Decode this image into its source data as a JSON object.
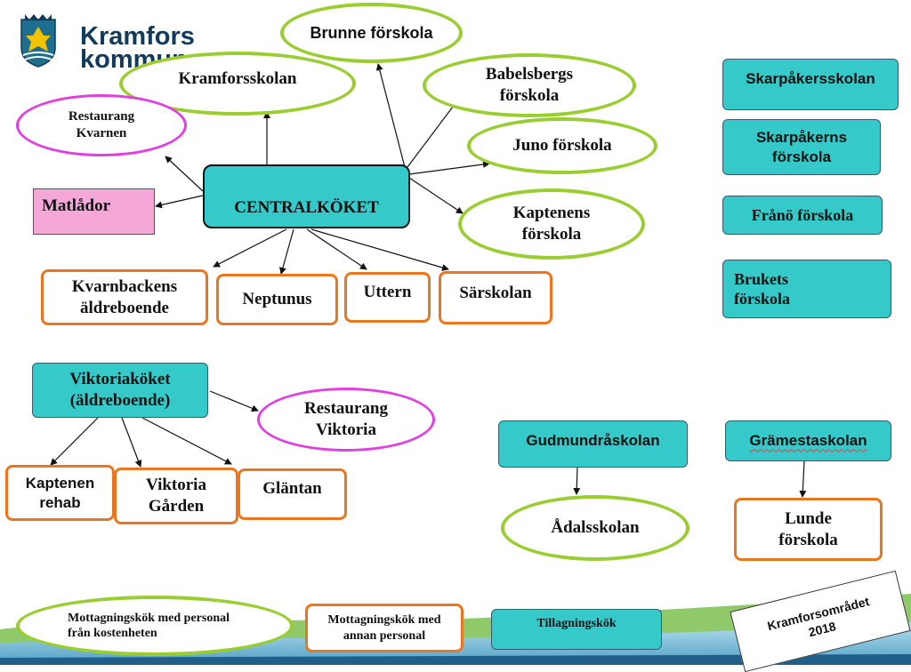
{
  "logo": {
    "line1": "Kramfors",
    "line2": "kommun"
  },
  "central": "CENTRALKÖKET",
  "top_nodes": {
    "brunne": "Brunne förskola",
    "kramforsskolan": "Kramforsskolan",
    "babelsbergs": "Babelsbergs förskola",
    "restaurang_kvarnen": "Restaurang Kvarnen",
    "juno": "Juno förskola",
    "matlador": "Matlådor",
    "kaptenens": "Kaptenens förskola",
    "kvarnbackens": "Kvarnbackens äldreboende",
    "neptunus": "Neptunus",
    "uttern": "Uttern",
    "sarskolan": "Särskolan"
  },
  "right_column": {
    "skarpakersskolan": "Skarpåkersskolan",
    "skarpakerns": "Skarpåkerns förskola",
    "frano": "Frånö förskola",
    "brukets": "Brukets förskola"
  },
  "viktoria": {
    "kitchen": "Viktoriaköket (äldreboende)",
    "restaurang": "Restaurang Viktoria",
    "kaptenen": "Kaptenen rehab",
    "garden": "Viktoria Gården",
    "glantan": "Gläntan"
  },
  "gudmundra": {
    "school": "Gudmundråskolan",
    "child": "Ådalsskolan"
  },
  "gramesta": {
    "school": "Grämestaskolan",
    "child": "Lunde förskola"
  },
  "legend": {
    "green": "Mottagningskök med personal från kostenheten",
    "orange": "Mottagningskök med annan personal",
    "teal": "Tillagningskök"
  },
  "stamp": {
    "line1": "Kramforsområdet",
    "line2": "2018"
  },
  "colors": {
    "teal": "#36c9c9",
    "green": "#9acd32",
    "magenta": "#e040e0",
    "orange": "#e87722",
    "pink": "#f5a8d8"
  }
}
